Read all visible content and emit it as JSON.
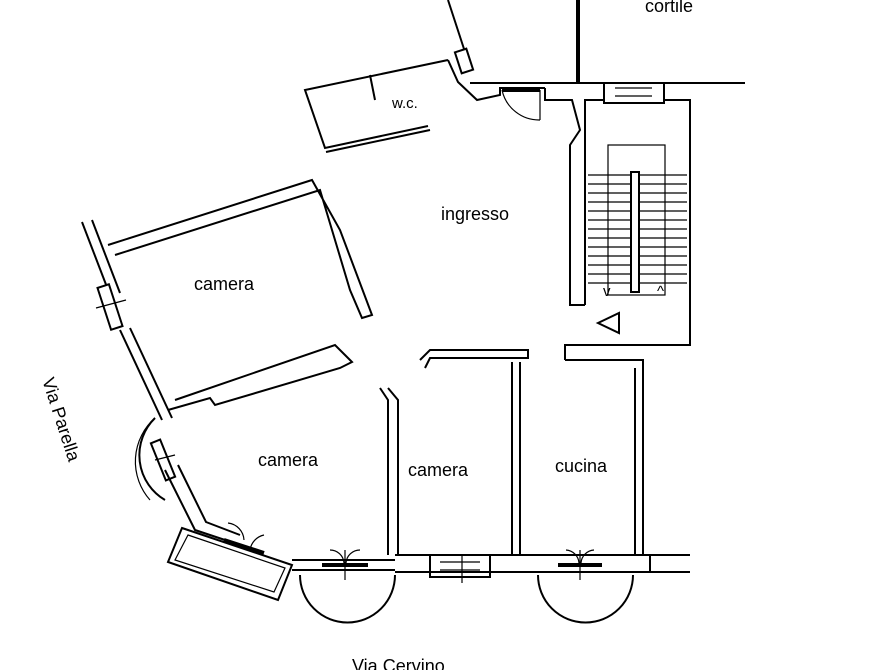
{
  "labels": {
    "cortile": "cortile",
    "wc": "w.c.",
    "ingresso": "ingresso",
    "camera_nw": "camera",
    "camera_sw": "camera",
    "camera_mid": "camera",
    "cucina": "cucina",
    "via_parella": "Via Parella",
    "via_cervino": "Via Cervino"
  }
}
